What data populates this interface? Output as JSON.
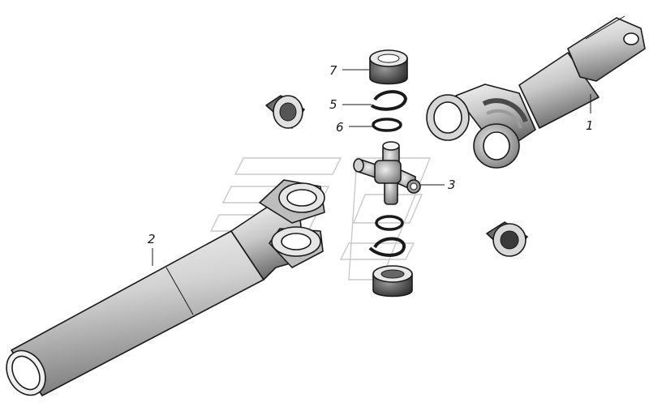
{
  "callouts": [
    {
      "id": "1",
      "label": "1"
    },
    {
      "id": "2",
      "label": "2"
    },
    {
      "id": "3",
      "label": "3"
    },
    {
      "id": "5",
      "label": "5"
    },
    {
      "id": "6",
      "label": "6"
    },
    {
      "id": "7",
      "label": "7"
    }
  ],
  "colors": {
    "outline": "#1a1a1a",
    "shade_dark": "#4a4a4a",
    "shade_mid": "#9a9a9a",
    "shade_light": "#d6d6d6",
    "watermark": "#c9c9c9"
  }
}
